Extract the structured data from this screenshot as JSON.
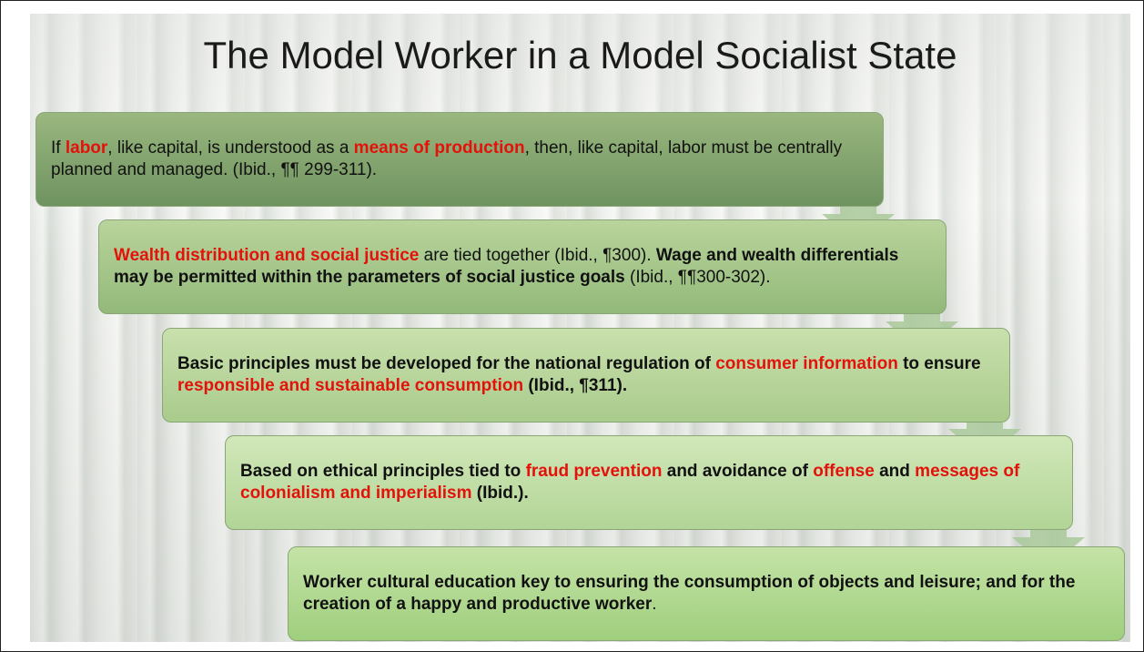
{
  "title": "The Model Worker in a Model Socialist State",
  "boxes": [
    {
      "segments": [
        {
          "t": "If ",
          "s": "n"
        },
        {
          "t": "labor",
          "s": "r"
        },
        {
          "t": ", like capital, is understood as a ",
          "s": "n"
        },
        {
          "t": "means of production",
          "s": "r"
        },
        {
          "t": ", then, like capital, labor must be centrally planned and managed. (Ibid., ¶¶ 299-311).",
          "s": "n"
        }
      ]
    },
    {
      "segments": [
        {
          "t": "Wealth distribution and social justice",
          "s": "r"
        },
        {
          "t": " are tied together (Ibid., ¶300). ",
          "s": "n"
        },
        {
          "t": "Wage and wealth differentials may be permitted within the parameters of social justice goals",
          "s": "b"
        },
        {
          "t": "  (Ibid., ¶¶300-302).",
          "s": "n"
        }
      ]
    },
    {
      "segments": [
        {
          "t": "Basic principles must be developed for the national regulation of ",
          "s": "b"
        },
        {
          "t": "consumer information",
          "s": "r"
        },
        {
          "t": " to ensure ",
          "s": "b"
        },
        {
          "t": "responsible and sustainable consumption",
          "s": "r"
        },
        {
          "t": " (Ibid., ¶311).",
          "s": "b"
        }
      ]
    },
    {
      "segments": [
        {
          "t": "Based on ethical principles tied to ",
          "s": "b"
        },
        {
          "t": "fraud prevention",
          "s": "r"
        },
        {
          "t": " and avoidance of ",
          "s": "b"
        },
        {
          "t": "offense",
          "s": "r"
        },
        {
          "t": " and ",
          "s": "b"
        },
        {
          "t": "messages of colonialism and imperialism",
          "s": "r"
        },
        {
          "t": " (Ibid.).",
          "s": "b"
        }
      ]
    },
    {
      "segments": [
        {
          "t": "Worker cultural education key to ensuring the consumption of objects and leisure; and for the creation of a happy and productive worker",
          "s": "b"
        },
        {
          "t": ".",
          "s": "n"
        }
      ]
    }
  ],
  "colors": {
    "highlight": "#e3120b",
    "arrow": "#a9c99a"
  }
}
